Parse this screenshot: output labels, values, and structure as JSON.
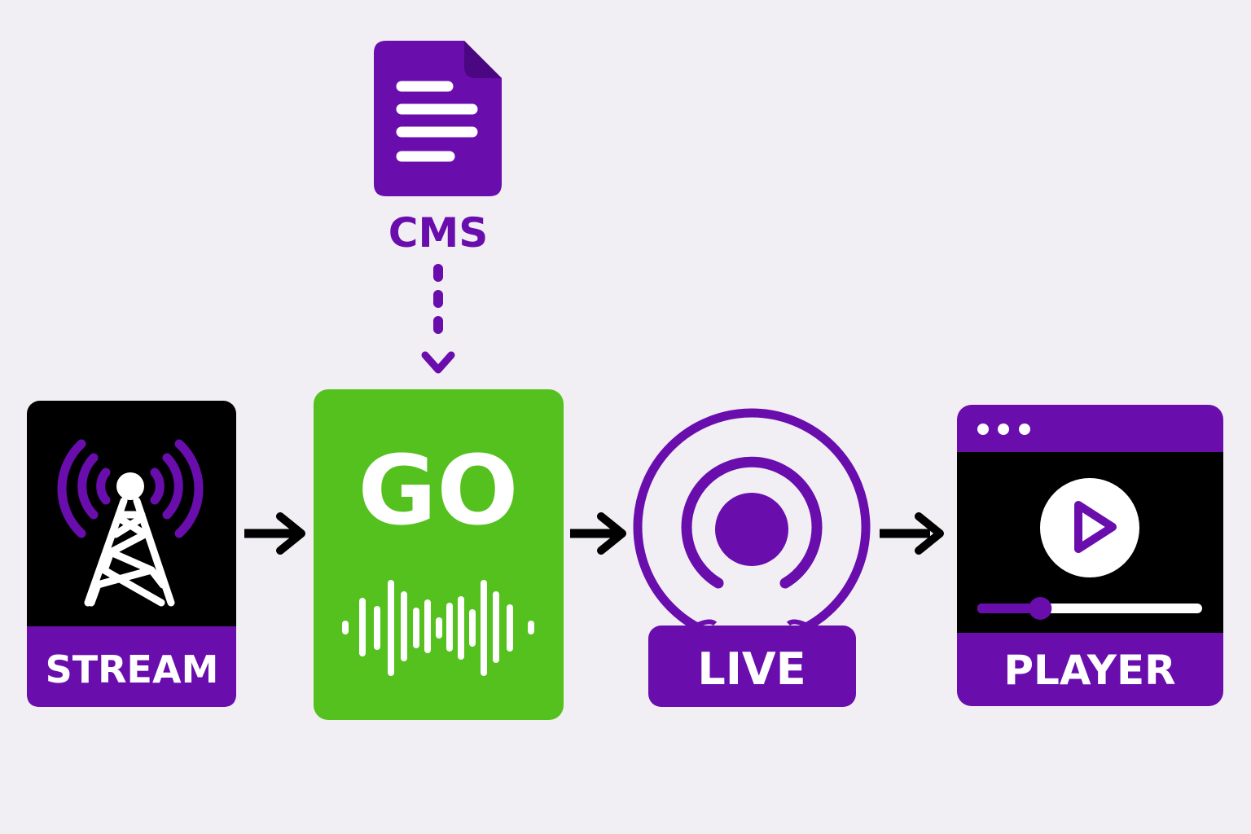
{
  "colors": {
    "purple": "#6a0dad",
    "green": "#55c11f",
    "black": "#000000",
    "white": "#ffffff",
    "background": "#f1eff4"
  },
  "nodes": {
    "cms": {
      "label": "CMS",
      "icon": "document-icon"
    },
    "stream": {
      "label": "STREAM",
      "icon": "radio-tower-icon"
    },
    "go": {
      "label": "GO",
      "icon": "audio-waveform-icon"
    },
    "live": {
      "label": "LIVE",
      "icon": "broadcast-signal-icon"
    },
    "player": {
      "label": "PLAYER",
      "icon": "play-button-icon"
    }
  },
  "player": {
    "progress": 0.27
  },
  "edges": [
    {
      "from": "cms",
      "to": "go",
      "style": "dashed"
    },
    {
      "from": "stream",
      "to": "go",
      "style": "solid"
    },
    {
      "from": "go",
      "to": "live",
      "style": "solid"
    },
    {
      "from": "live",
      "to": "player",
      "style": "solid"
    }
  ]
}
